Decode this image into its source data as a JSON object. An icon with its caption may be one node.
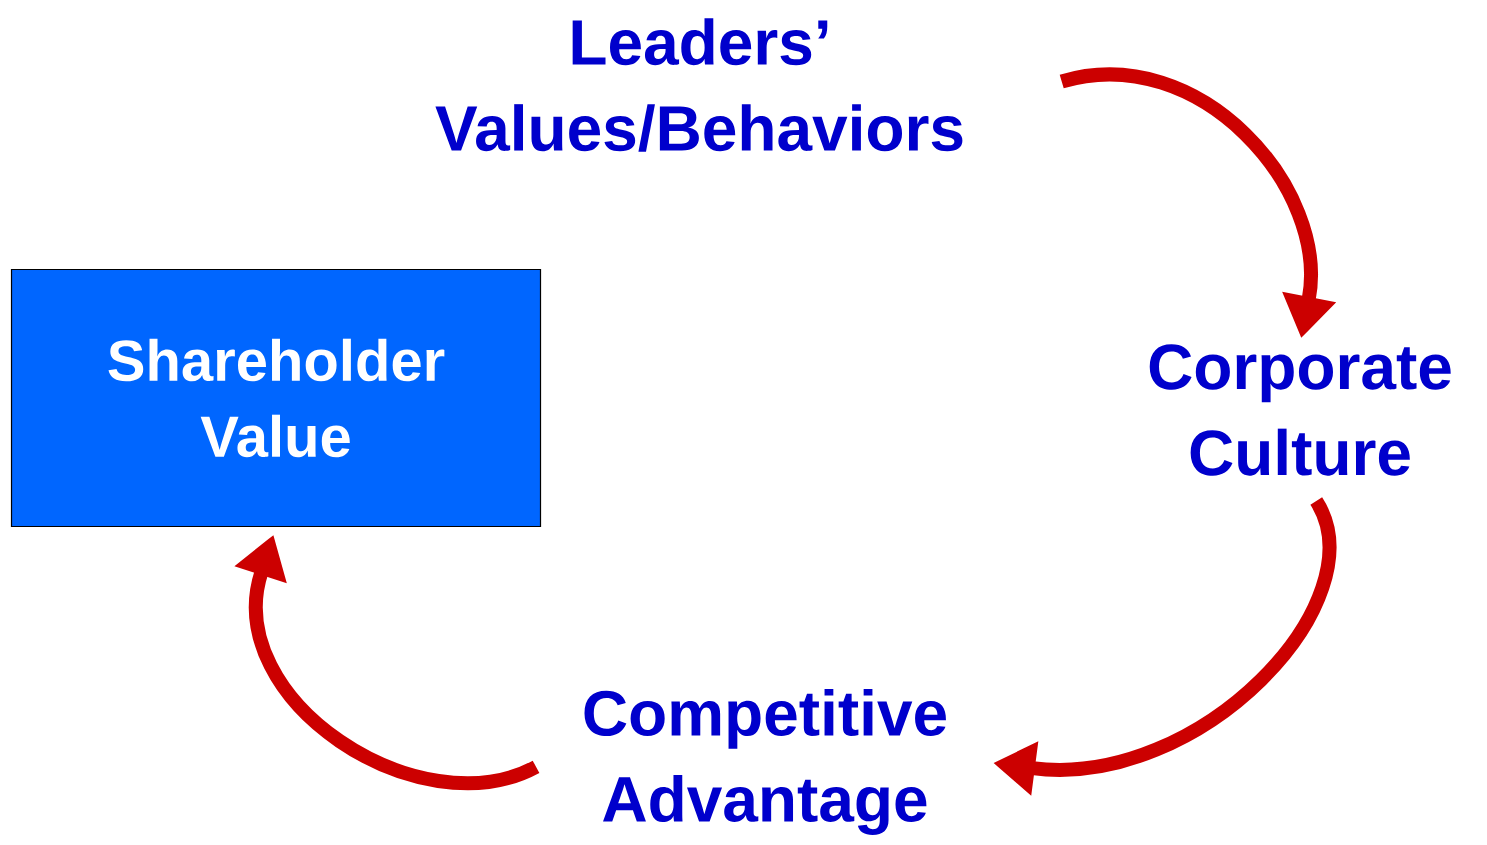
{
  "diagram": {
    "nodes": [
      {
        "text": [
          "Leaders’ Values/Behaviors"
        ]
      },
      {
        "text": [
          "Corporate Culture"
        ]
      },
      {
        "text": [
          "Competitive Advantage"
        ]
      },
      {
        "text": [
          "Shareholder Value"
        ]
      }
    ],
    "edges": [
      {
        "from": 0,
        "to": 1,
        "arrow": "to"
      },
      {
        "from": 1,
        "to": 2,
        "arrow": "to"
      },
      {
        "from": 2,
        "to": 3,
        "arrow": "to"
      }
    ]
  }
}
